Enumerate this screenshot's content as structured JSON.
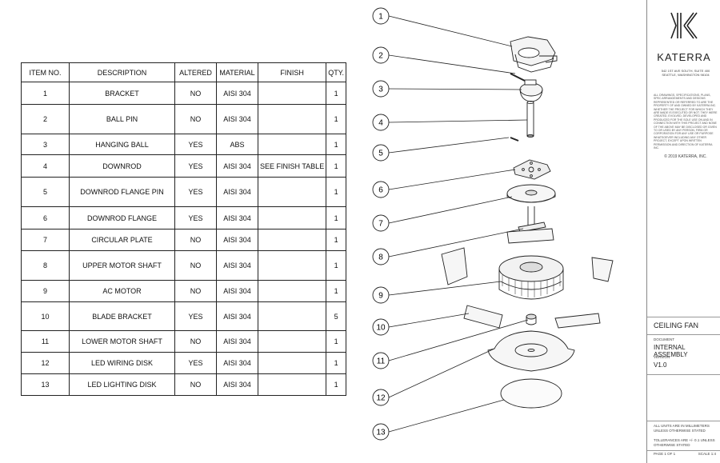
{
  "bom": {
    "headers": [
      "ITEM NO.",
      "DESCRIPTION",
      "ALTERED",
      "MATERIAL",
      "FINISH",
      "QTY."
    ],
    "rows": [
      {
        "item": "1",
        "description": "BRACKET",
        "altered": "NO",
        "material": "AISI 304",
        "finish": "",
        "qty": "1"
      },
      {
        "item": "2",
        "description": "BALL PIN",
        "altered": "NO",
        "material": "AISI 304",
        "finish": "",
        "qty": "1"
      },
      {
        "item": "3",
        "description": "HANGING BALL",
        "altered": "YES",
        "material": "ABS",
        "finish": "",
        "qty": "1"
      },
      {
        "item": "4",
        "description": "DOWNROD",
        "altered": "YES",
        "material": "AISI 304",
        "finish": "SEE FINISH TABLE",
        "qty": "1"
      },
      {
        "item": "5",
        "description": "DOWNROD FLANGE PIN",
        "altered": "YES",
        "material": "AISI 304",
        "finish": "",
        "qty": "1"
      },
      {
        "item": "6",
        "description": "DOWNROD FLANGE",
        "altered": "YES",
        "material": "AISI 304",
        "finish": "",
        "qty": "1"
      },
      {
        "item": "7",
        "description": "CIRCULAR PLATE",
        "altered": "NO",
        "material": "AISI 304",
        "finish": "",
        "qty": "1"
      },
      {
        "item": "8",
        "description": "UPPER MOTOR SHAFT",
        "altered": "NO",
        "material": "AISI 304",
        "finish": "",
        "qty": "1"
      },
      {
        "item": "9",
        "description": "AC MOTOR",
        "altered": "NO",
        "material": "AISI 304",
        "finish": "",
        "qty": "1"
      },
      {
        "item": "10",
        "description": "BLADE BRACKET",
        "altered": "YES",
        "material": "AISI 304",
        "finish": "",
        "qty": "5"
      },
      {
        "item": "11",
        "description": "LOWER MOTOR SHAFT",
        "altered": "NO",
        "material": "AISI 304",
        "finish": "",
        "qty": "1"
      },
      {
        "item": "12",
        "description": "LED WIRING DISK",
        "altered": "YES",
        "material": "AISI 304",
        "finish": "",
        "qty": "1"
      },
      {
        "item": "13",
        "description": "LED LIGHTING DISK",
        "altered": "NO",
        "material": "AISI 304",
        "finish": "",
        "qty": "1"
      }
    ]
  },
  "callouts": [
    "1",
    "2",
    "3",
    "4",
    "5",
    "6",
    "7",
    "8",
    "9",
    "10",
    "11",
    "12",
    "13"
  ],
  "titleblock": {
    "company": "KATERRA",
    "address_line1": "542 1ST AVE SOUTH, SUITE 400",
    "address_line2": "SEATTLE, WASHINGTON 98104",
    "legal_text": "ALL DRAWINGS, SPECIFICATIONS, PLANS, SPEC ARRANGEMENTS AND DESIGNS REPRESENTED OR REFERRED TO ARE THE PROPERTY OF AND OWNED BY KATERRA INC. WHETHER THE PROJECT FOR WHICH THEY ARE MADE IS EXECUTED OR NOT. THEY WERE CREATED, EVOLVED, DEVELOPED AND PRODUCED FOR THE SOLE USE ON AND IN CONNECTION WITH THIS PROJECT AND NONE OF THE ABOVE MAY BE DISCLOSED OR GIVEN TO OR USED BY ANY PERSON, FIRM OR CORPORATION FOR ANY USE OR PURPOSE WHATSOEVER INCLUDING ANY OTHER PROJECT, EXCEPT UPON WRITTEN PERMISSION AND DIRECTION OF KATERRA INC.",
    "copyright": "© 2019 KATERRA, INC.",
    "title": "CEILING FAN",
    "document_label": "DOCUMENT",
    "document_value": "INTERNAL ASSEMBLY",
    "version_label": "VERSION",
    "version_value": "V1.0",
    "units_note": "ALL UNITS ARE IN MILLIMETERS UNLESS OTHERWISE STATED",
    "tolerance_note": "TOLLERANCES ARE +/- 0.1 UNLESS OTHERWISE STATED",
    "page": "PAGE 1 OF 1",
    "scale": "SCALE 1:4"
  }
}
